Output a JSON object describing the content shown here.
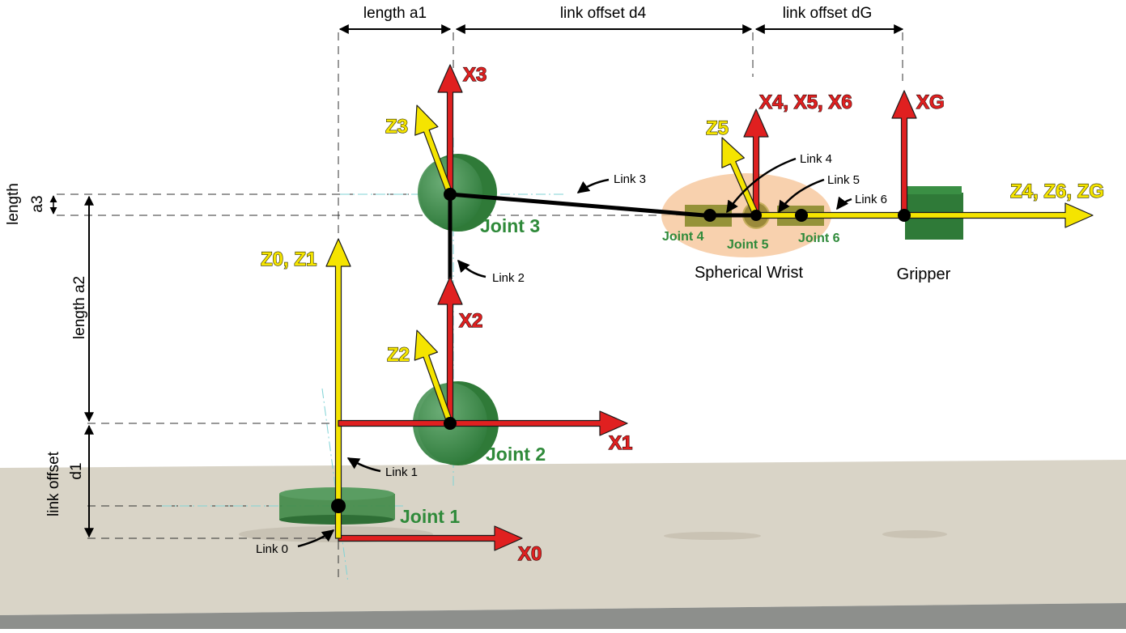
{
  "dimensions": {
    "length_a1": "length a1",
    "link_offset_d4": "link offset d4",
    "link_offset_dG": "link offset dG",
    "length_a3_line1": "length",
    "length_a3_line2": "a3",
    "length_a2": "length a2",
    "link_offset_d1_line1": "link offset",
    "link_offset_d1_line2": "d1"
  },
  "axes": {
    "x0": "X0",
    "x1": "X1",
    "x2": "X2",
    "x3": "X3",
    "x456": "X4, X5, X6",
    "xg": "XG",
    "z01": "Z0, Z1",
    "z2": "Z2",
    "z3": "Z3",
    "z5": "Z5",
    "z46g": "Z4, Z6, ZG"
  },
  "joints": {
    "j1": "Joint 1",
    "j2": "Joint 2",
    "j3": "Joint 3",
    "j4": "Joint 4",
    "j5": "Joint 5",
    "j6": "Joint 6"
  },
  "links": {
    "l0": "Link 0",
    "l1": "Link 1",
    "l2": "Link 2",
    "l3": "Link 3",
    "l4": "Link 4",
    "l5": "Link 5",
    "l6": "Link 6"
  },
  "groups": {
    "wrist": "Spherical Wrist",
    "gripper": "Gripper"
  },
  "colors": {
    "x_axis": "#e02020",
    "z_axis": "#f5e400",
    "joint_green": "#2f8a3a",
    "floor": "#d8d3c6",
    "wrist_highlight": "#f6c79c"
  }
}
